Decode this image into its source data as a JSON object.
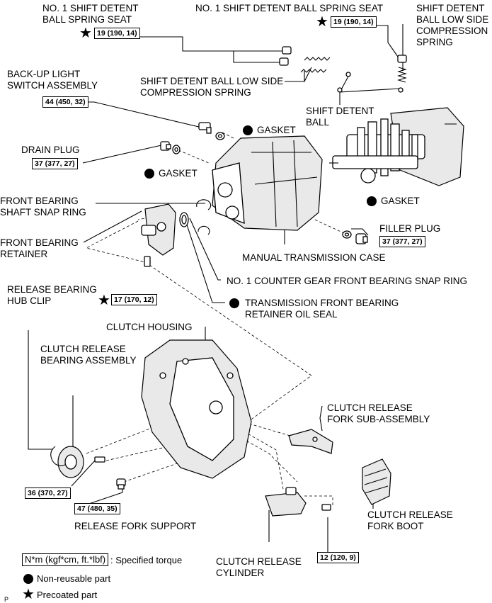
{
  "labels": {
    "no1_shift_detent_ball_spring_seat_left_l1": "NO. 1 SHIFT DETENT",
    "no1_shift_detent_ball_spring_seat_left_l2": "BALL SPRING SEAT",
    "no1_shift_detent_ball_spring_seat_right": "NO. 1 SHIFT DETENT BALL SPRING SEAT",
    "shift_detent_ball_low_side_spring_right_l1": "SHIFT DETENT",
    "shift_detent_ball_low_side_spring_right_l2": "BALL LOW SIDE",
    "shift_detent_ball_low_side_spring_right_l3": "COMPRESSION",
    "shift_detent_ball_low_side_spring_right_l4": "SPRING",
    "backup_light_switch_l1": "BACK-UP LIGHT",
    "backup_light_switch_l2": "SWITCH ASSEMBLY",
    "shift_detent_ball_low_side_spring_mid_l1": "SHIFT DETENT BALL LOW SIDE",
    "shift_detent_ball_low_side_spring_mid_l2": "COMPRESSION SPRING",
    "shift_detent_ball_l1": "SHIFT DETENT",
    "shift_detent_ball_l2": "BALL",
    "gasket_top": "GASKET",
    "drain_plug": "DRAIN PLUG",
    "gasket_mid": "GASKET",
    "gasket_right": "GASKET",
    "front_bearing_snap_ring_l1": "FRONT BEARING",
    "front_bearing_snap_ring_l2": "SHAFT SNAP RING",
    "front_bearing_retainer_l1": "FRONT BEARING",
    "front_bearing_retainer_l2": "RETAINER",
    "filler_plug": "FILLER PLUG",
    "manual_transmission_case": "MANUAL TRANSMISSION CASE",
    "no1_counter_gear_snap_ring": "NO. 1 COUNTER GEAR FRONT BEARING SNAP RING",
    "release_bearing_hub_clip_l1": "RELEASE BEARING",
    "release_bearing_hub_clip_l2": "HUB CLIP",
    "oil_seal_l1": "TRANSMISSION FRONT BEARING",
    "oil_seal_l2": "RETAINER OIL SEAL",
    "clutch_housing": "CLUTCH HOUSING",
    "clutch_release_bearing_l1": "CLUTCH RELEASE",
    "clutch_release_bearing_l2": "BEARING ASSEMBLY",
    "clutch_release_fork_l1": "CLUTCH RELEASE",
    "clutch_release_fork_l2": "FORK SUB-ASSEMBLY",
    "clutch_release_fork_boot_l1": "CLUTCH RELEASE",
    "clutch_release_fork_boot_l2": "FORK BOOT",
    "release_fork_support": "RELEASE FORK SUPPORT",
    "clutch_release_cylinder_l1": "CLUTCH RELEASE",
    "clutch_release_cylinder_l2": "CYLINDER"
  },
  "torques": {
    "spring_seat_left": "19 (190, 14)",
    "spring_seat_right": "19 (190, 14)",
    "backup_light_switch": "44 (450, 32)",
    "drain_plug": "37 (377, 27)",
    "filler_plug": "37 (377, 27)",
    "front_bearing_retainer": "17 (170, 12)",
    "release_bearing_bolt": "36 (370, 27)",
    "release_fork_support": "47 (480, 35)",
    "clutch_release_cylinder": "12 (120, 9)"
  },
  "legend": {
    "torque_box": "N*m (kgf*cm, ft.*lbf)",
    "torque_desc": ": Specified torque",
    "non_reusable": "Non-reusable part",
    "precoated": "Precoated part"
  },
  "corner_mark": "P",
  "symbols": {
    "non_reusable_icon": "filled-circle",
    "precoated_icon": "star"
  }
}
